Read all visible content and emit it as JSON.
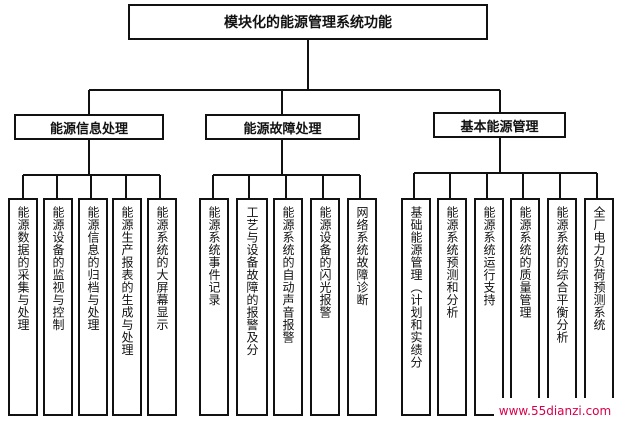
{
  "root": {
    "title": "模块化的能源管理系统功能"
  },
  "categories": [
    {
      "label": "能源信息处理",
      "items": [
        "能源数据的采集与处理",
        "能源设备的监视与控制",
        "能源信息的归档与处理",
        "能源生产报表的生成与处理",
        "能源系统的大屏幕显示"
      ]
    },
    {
      "label": "能源故障处理",
      "items": [
        "能源系统事件记录",
        "工艺与设备故障的报警及分",
        "能源系统的自动声音报警",
        "能源设备的闪光报警",
        "网络系统故障诊断"
      ]
    },
    {
      "label": "基本能源管理",
      "items": [
        "基础能源管理（计划和实绩分",
        "能源系统预测和分析",
        "能源系统运行支持",
        "能源系统的质量管理",
        "能源系统的综合平衡分析",
        "全厂电力负荷预测系统"
      ]
    }
  ],
  "watermark": {
    "text": "www.55dianzi.com"
  }
}
